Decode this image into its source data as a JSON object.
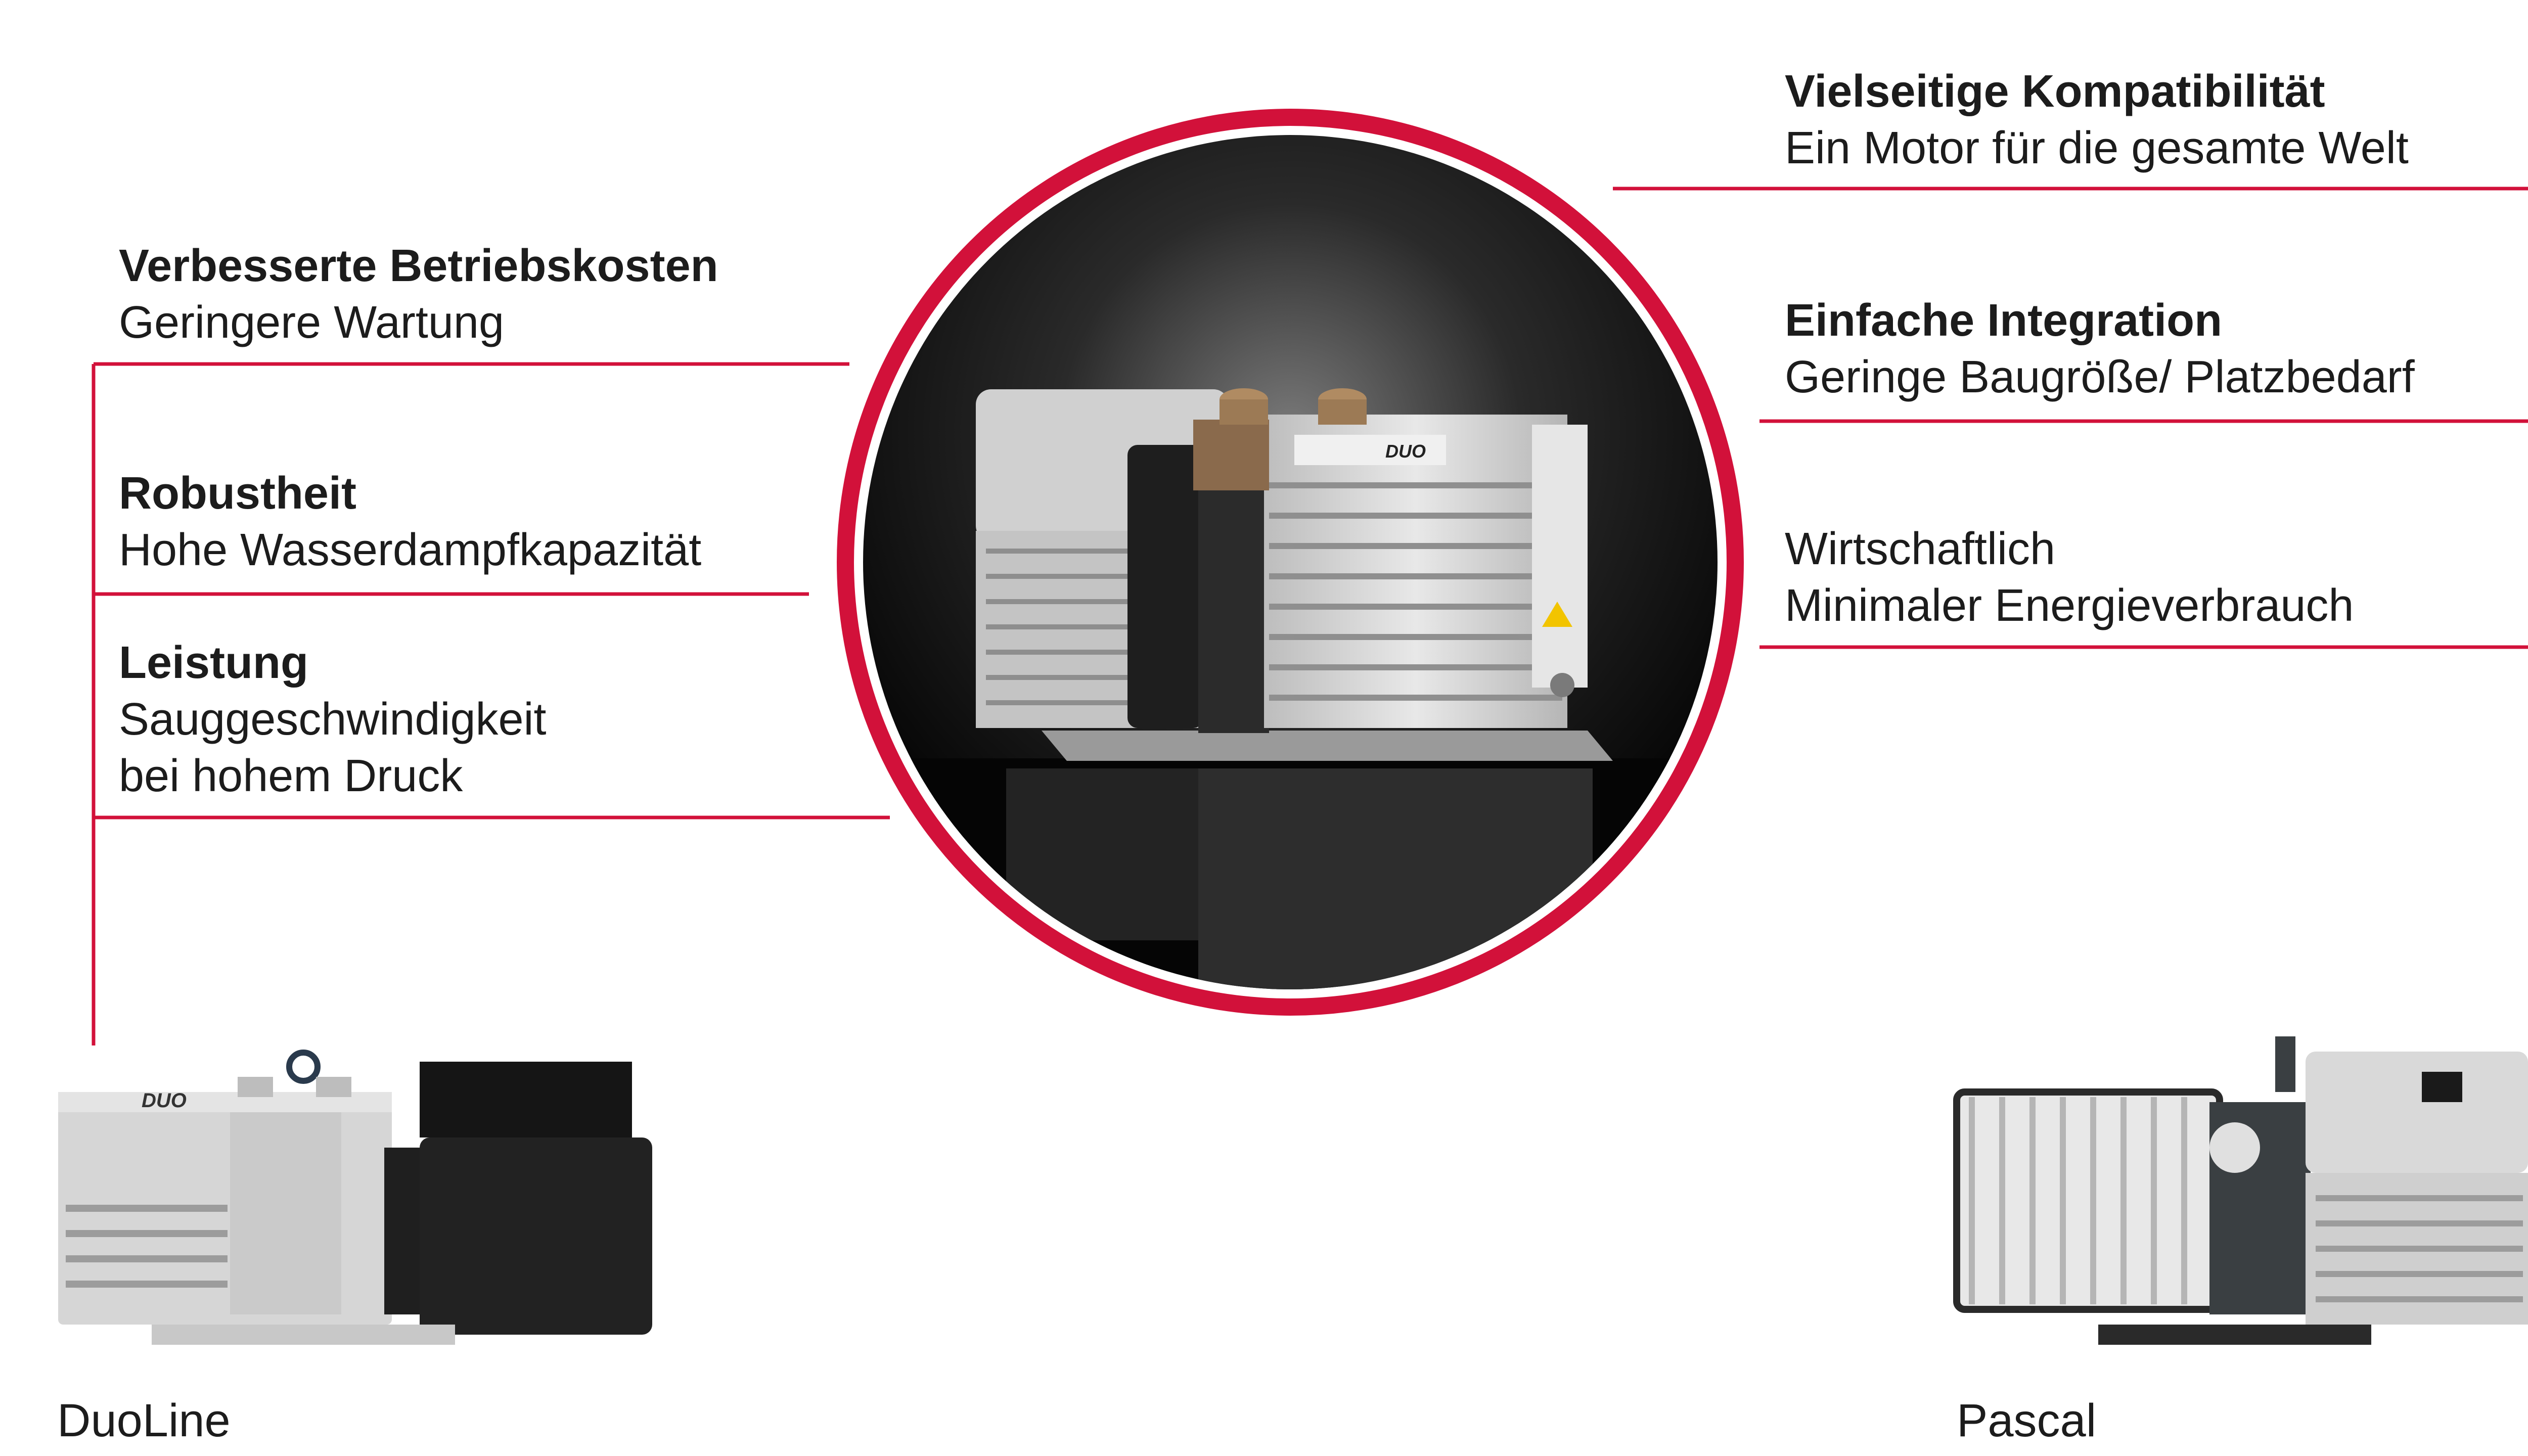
{
  "colors": {
    "accent": "#d2113a",
    "text": "#1c1c1c",
    "pump_light": "#d6d6d6",
    "pump_dark": "#222222",
    "hero_bg": "#0d0d0d"
  },
  "features": {
    "betriebskosten": {
      "title": "Verbesserte Betriebskosten",
      "desc": "Geringere Wartung"
    },
    "robustheit": {
      "title": "Robustheit",
      "desc": "Hohe Wasserdampfkapazität"
    },
    "leistung": {
      "title": "Leistung",
      "desc": "Sauggeschwindigkeit\nbei hohem Druck"
    },
    "kompatibilitaet": {
      "title": "Vielseitige Kompatibilität",
      "desc": "Ein Motor für die gesamte Welt"
    },
    "integration": {
      "title": "Einfache Integration",
      "desc": "Geringe Baugröße/ Platzbedarf"
    },
    "wirtschaftlich": {
      "title": "",
      "desc": "Wirtschaftlich\nMinimaler Energieverbrauch"
    }
  },
  "pumps": {
    "hero": {
      "icon": "rotary-vane-pump-duo-icon",
      "logo_text": "DUO"
    },
    "left": {
      "label": "DuoLine",
      "icon": "duoline-pump-icon",
      "logo_text": "DUO"
    },
    "right": {
      "label": "Pascal",
      "icon": "pascal-pump-icon"
    }
  }
}
